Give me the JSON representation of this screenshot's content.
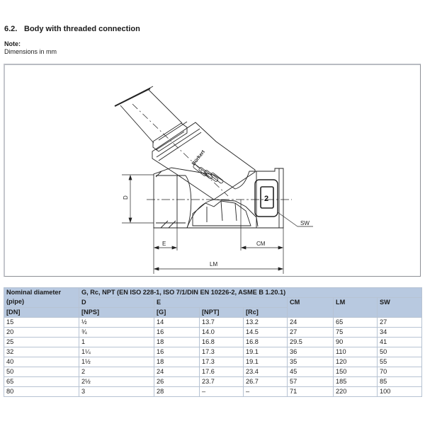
{
  "section": {
    "number": "6.2.",
    "title": "Body with threaded connection"
  },
  "note": {
    "label": "Note:",
    "text": "Dimensions in mm"
  },
  "drawing": {
    "labels": {
      "D": "D",
      "E": "E",
      "CM": "CM",
      "LM": "LM",
      "SW": "SW",
      "body_mark": "2",
      "brand": "Bürkert"
    }
  },
  "table": {
    "header": {
      "nominal_diameter": "Nominal diameter",
      "pipe": "(pipe)",
      "standard": "G, Rc, NPT (EN ISO 228-1, ISO 7/1/DIN EN 10226-2, ASME B 1.20.1)",
      "D": "D",
      "E": "E",
      "CM": "CM",
      "LM": "LM",
      "SW": "SW",
      "DN": "[DN]",
      "NPS": "[NPS]",
      "G": "[G]",
      "NPT": "[NPT]",
      "Rc": "[Rc]"
    },
    "rows": [
      {
        "dn": "15",
        "nps": "½",
        "g": "14",
        "npt": "13.7",
        "rc": "13.2",
        "cm": "24",
        "lm": "65",
        "sw": "27"
      },
      {
        "dn": "20",
        "nps": "¾",
        "g": "16",
        "npt": "14.0",
        "rc": "14.5",
        "cm": "27",
        "lm": "75",
        "sw": "34"
      },
      {
        "dn": "25",
        "nps": "1",
        "g": "18",
        "npt": "16.8",
        "rc": "16.8",
        "cm": "29.5",
        "lm": "90",
        "sw": "41"
      },
      {
        "dn": "32",
        "nps": "1¼",
        "g": "16",
        "npt": "17.3",
        "rc": "19.1",
        "cm": "36",
        "lm": "110",
        "sw": "50"
      },
      {
        "dn": "40",
        "nps": "1½",
        "g": "18",
        "npt": "17.3",
        "rc": "19.1",
        "cm": "35",
        "lm": "120",
        "sw": "55"
      },
      {
        "dn": "50",
        "nps": "2",
        "g": "24",
        "npt": "17.6",
        "rc": "23.4",
        "cm": "45",
        "lm": "150",
        "sw": "70"
      },
      {
        "dn": "65",
        "nps": "2½",
        "g": "26",
        "npt": "23.7",
        "rc": "26.7",
        "cm": "57",
        "lm": "185",
        "sw": "85"
      },
      {
        "dn": "80",
        "nps": "3",
        "g": "28",
        "npt": "–",
        "rc": "–",
        "cm": "71",
        "lm": "220",
        "sw": "100"
      }
    ]
  },
  "colors": {
    "table_header_bg": "#b8c9e0",
    "table_border": "#b7c3d3",
    "figure_border": "#b9bcc2"
  }
}
